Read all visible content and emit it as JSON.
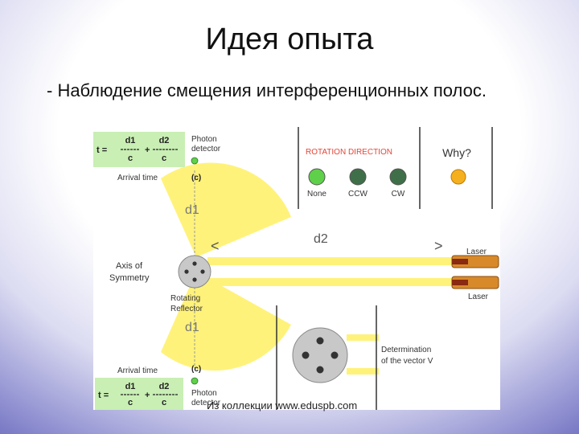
{
  "slide": {
    "title": "Идея опыта",
    "subtitle": "- Наблюдение смещения интерференционных полос.",
    "caption": "Из коллекции www.eduspb.com"
  },
  "diagram": {
    "formula_top": {
      "t": "t =",
      "n1": "d1",
      "d1": "c",
      "plus": "+",
      "n2": "d2",
      "d2": "c"
    },
    "formula_bottom": {
      "t": "t =",
      "n1": "d1",
      "d1": "c",
      "plus": "+",
      "n2": "d2",
      "d2": "c"
    },
    "photon_detector_top": [
      "Photon",
      "detector"
    ],
    "photon_detector_bottom": [
      "Photon",
      "detector"
    ],
    "arrival_time_top": "Arrival time",
    "arrival_time_bottom": "Arrival time",
    "c_top": "(c)",
    "c_bottom": "(c)",
    "d1_top": "d1",
    "d1_bottom": "d1",
    "d2": "d2",
    "arrow_left": "<",
    "arrow_right": ">",
    "axis_of_symmetry": [
      "Axis of",
      "Symmetry"
    ],
    "rotating_reflector": [
      "Rotating",
      "Reflector"
    ],
    "laser_top": "Laser",
    "laser_bottom": "Laser",
    "rotation_direction_title": "ROTATION DIRECTION",
    "indicators": [
      {
        "label": "None",
        "color": "#5fd04a"
      },
      {
        "label": "CCW",
        "color": "#3f6f48"
      },
      {
        "label": "CW",
        "color": "#3f6f48"
      }
    ],
    "why_label": "Why?",
    "why_color": "#f5b020",
    "determination": [
      "Determination",
      "of the vector V"
    ],
    "beam_color": "#fff27a",
    "box_color": "#c9efb4"
  }
}
